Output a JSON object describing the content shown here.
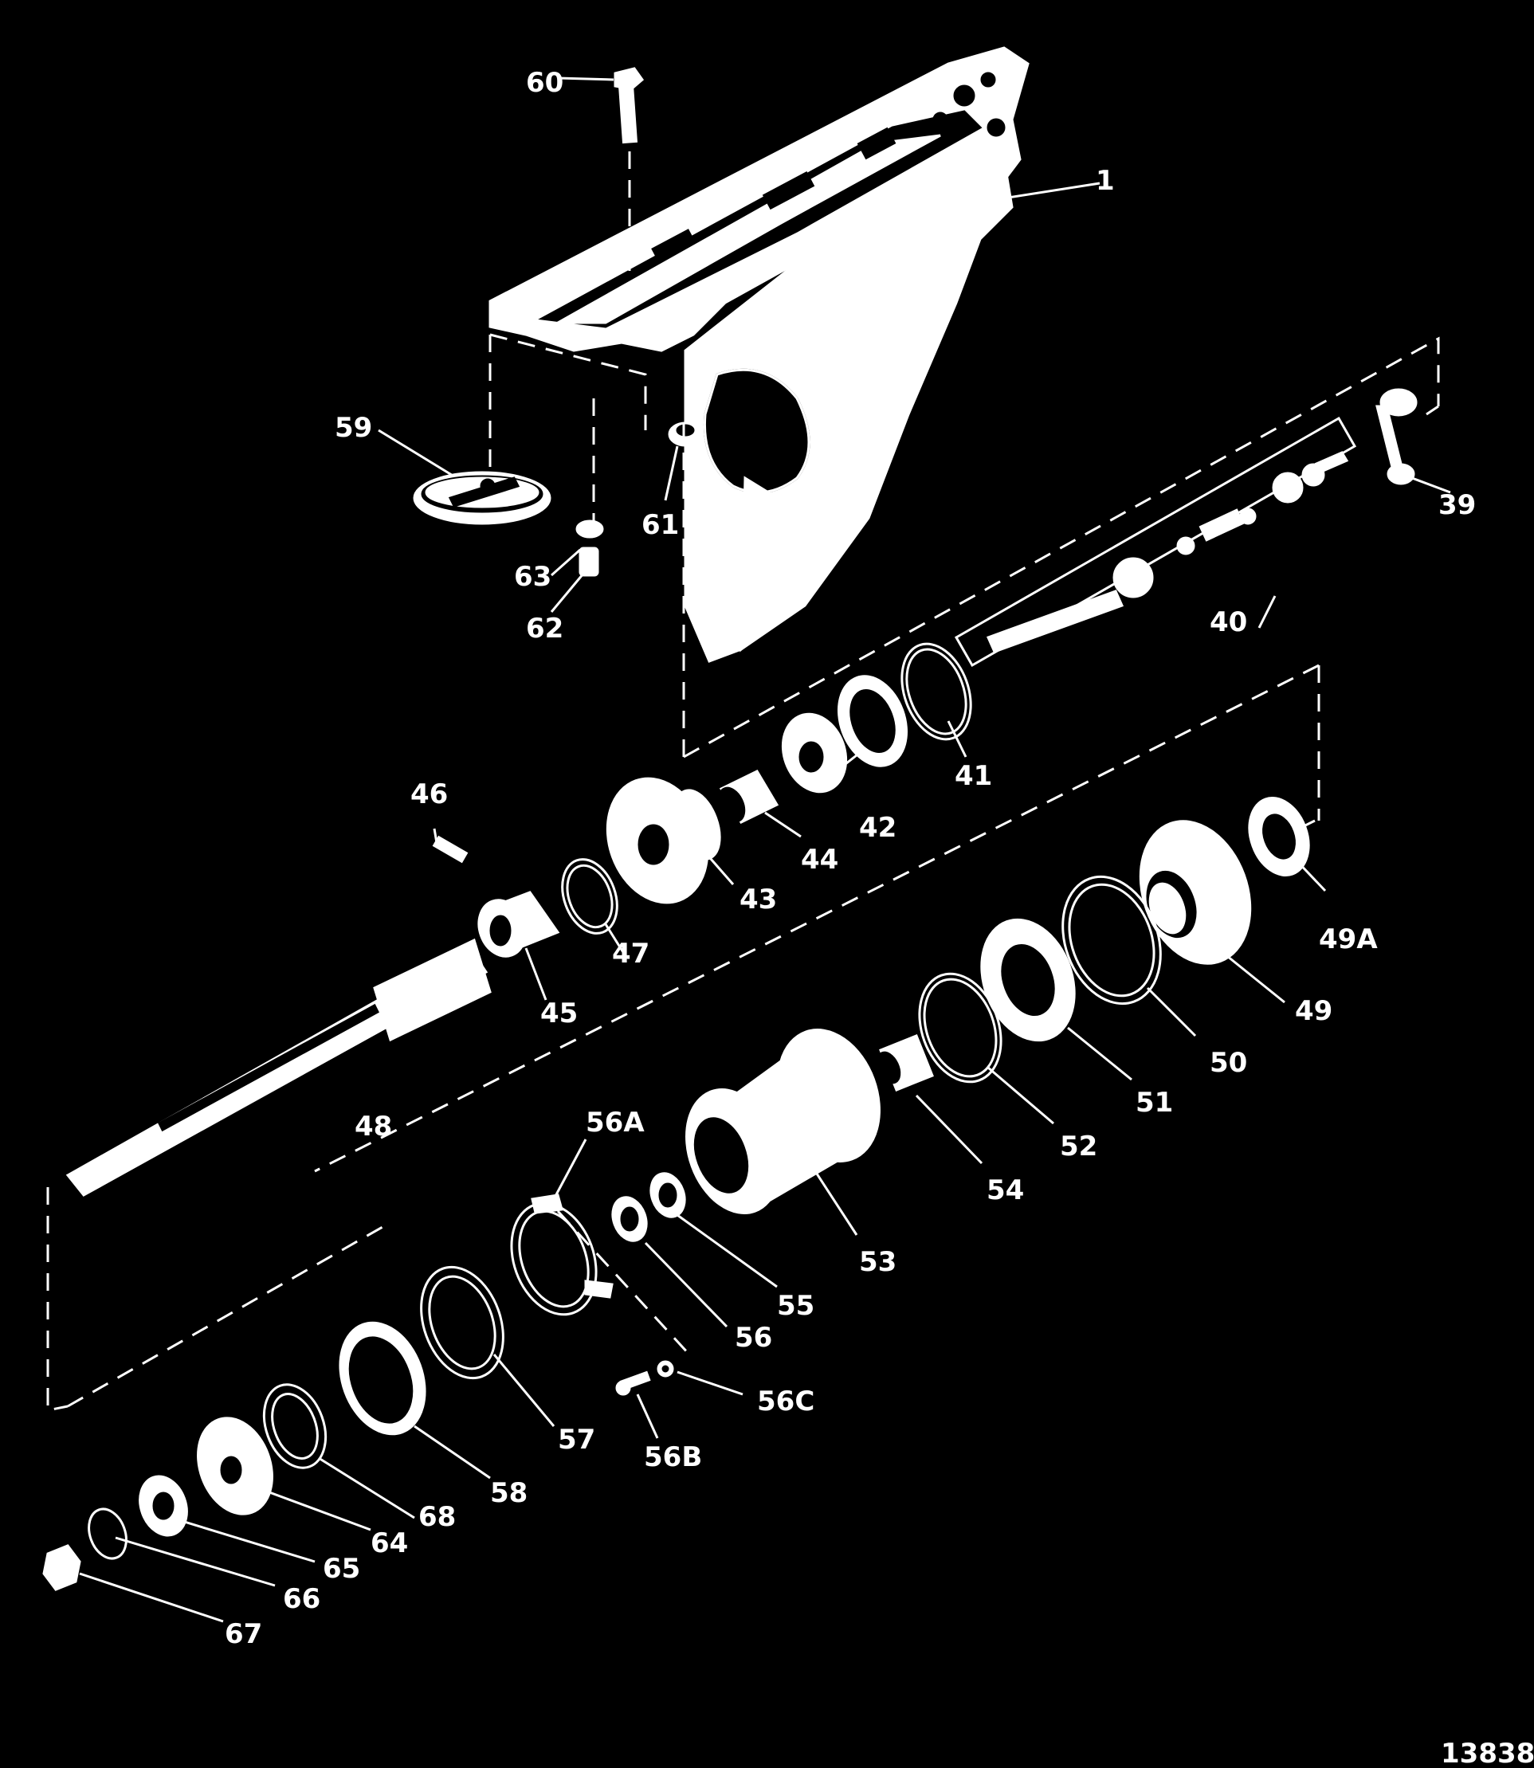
{
  "callouts": {
    "c1": "1",
    "c39": "39",
    "c40": "40",
    "c41": "41",
    "c42": "42",
    "c43": "43",
    "c44": "44",
    "c45": "45",
    "c46": "46",
    "c47": "47",
    "c48": "48",
    "c49": "49",
    "c49a": "49A",
    "c50": "50",
    "c51": "51",
    "c52": "52",
    "c53": "53",
    "c54": "54",
    "c55": "55",
    "c56": "56",
    "c56a": "56A",
    "c56b": "56B",
    "c56c": "56C",
    "c57": "57",
    "c58": "58",
    "c59": "59",
    "c60": "60",
    "c61": "61",
    "c62": "62",
    "c63": "63",
    "c64": "64",
    "c65": "65",
    "c66": "66",
    "c67": "67",
    "c68": "68"
  },
  "figure_number": "13838",
  "colors": {
    "background": "#000000",
    "ink": "#ffffff"
  }
}
